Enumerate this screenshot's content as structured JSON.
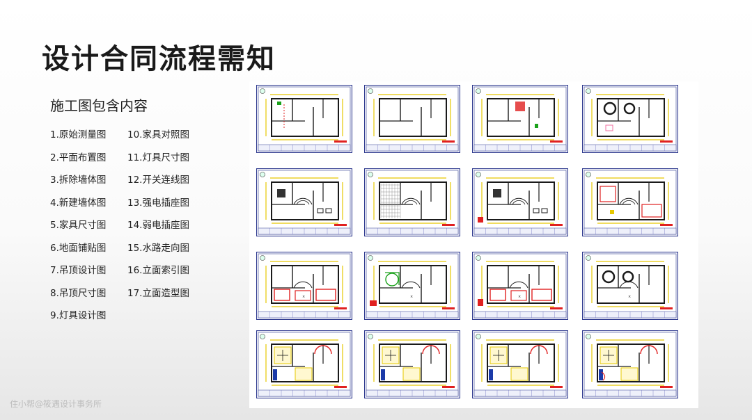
{
  "slide": {
    "title": "设计合同流程需知",
    "subtitle": "施工图包含内容"
  },
  "drawing_list": {
    "column_1": [
      "1.原始测量图",
      "2.平面布置图",
      "3.拆除墙体图",
      "4.新建墙体图",
      "5.家具尺寸图",
      "6.地面铺贴图",
      "7.吊顶设计图",
      "8.吊顶尺寸图",
      "9.灯具设计图"
    ],
    "column_2": [
      "10.家具对照图",
      "11.灯具尺寸图",
      "12.开关连线图",
      "13.强电插座图",
      "14.弱电插座图",
      "15.水路走向图",
      "16.立面索引图",
      "17.立面造型图"
    ]
  },
  "thumbnails": {
    "count": 16,
    "columns": 4,
    "colors": {
      "frame_border": "#2f3a8f",
      "walls": "#1a1a1a",
      "dimension_lines": "#e6c800",
      "accent_red": "#e02020",
      "accent_green": "#1aa11a",
      "accent_pink": "#f070a0",
      "title_block": "#6a6fc0"
    }
  },
  "watermark": "住小帮@筱遇设计事务所"
}
